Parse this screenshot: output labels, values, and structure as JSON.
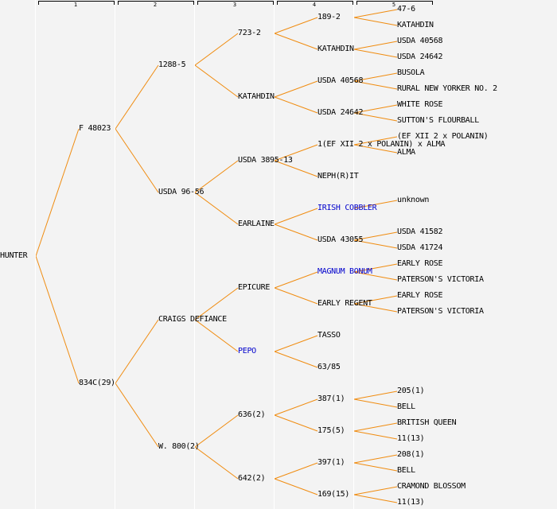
{
  "generation_headers": [
    "1",
    "2",
    "3",
    "4",
    "5"
  ],
  "colors": {
    "line": "#f08c10",
    "link": "#0000cc",
    "text": "#000000",
    "background": "#f3f3f3"
  },
  "root": {
    "name": "HUNTER",
    "link": false
  },
  "gen1": [
    {
      "name": "F 48023",
      "link": false
    },
    {
      "name": "834C(29)",
      "link": false
    }
  ],
  "gen2": [
    {
      "name": "1288-5",
      "link": false
    },
    {
      "name": "USDA 96-56",
      "link": false
    },
    {
      "name": "CRAIGS DEFIANCE",
      "link": false
    },
    {
      "name": "W. 800(2)",
      "link": false
    }
  ],
  "gen3": [
    {
      "name": "723-2",
      "link": false
    },
    {
      "name": "KATAHDIN",
      "link": false
    },
    {
      "name": "USDA 3895-13",
      "link": false
    },
    {
      "name": "EARLAINE",
      "link": false
    },
    {
      "name": "EPICURE",
      "link": false
    },
    {
      "name": "PEPO",
      "link": true
    },
    {
      "name": "636(2)",
      "link": false
    },
    {
      "name": "642(2)",
      "link": false
    }
  ],
  "gen4": [
    {
      "name": "189-2",
      "link": false
    },
    {
      "name": "KATAHDIN",
      "link": false
    },
    {
      "name": "USDA 40568",
      "link": false
    },
    {
      "name": "USDA 24642",
      "link": false
    },
    {
      "name": "1(EF XII 2 x POLANIN) x ALMA",
      "link": false
    },
    {
      "name": "NEPH(R)IT",
      "link": false
    },
    {
      "name": "IRISH COBBLER",
      "link": true
    },
    {
      "name": "USDA 43055",
      "link": false
    },
    {
      "name": "MAGNUM BONUM",
      "link": true
    },
    {
      "name": "EARLY REGENT",
      "link": false
    },
    {
      "name": "TASSO",
      "link": false
    },
    {
      "name": "63/85",
      "link": false
    },
    {
      "name": "387(1)",
      "link": false
    },
    {
      "name": "175(5)",
      "link": false
    },
    {
      "name": "397(1)",
      "link": false
    },
    {
      "name": "169(15)",
      "link": false
    }
  ],
  "gen5": [
    {
      "name": "47-6",
      "link": false
    },
    {
      "name": "KATAHDIN",
      "link": false
    },
    {
      "name": "USDA 40568",
      "link": false
    },
    {
      "name": "USDA 24642",
      "link": false
    },
    {
      "name": "BUSOLA",
      "link": false
    },
    {
      "name": "RURAL NEW YORKER NO. 2",
      "link": false
    },
    {
      "name": "WHITE ROSE",
      "link": false
    },
    {
      "name": "SUTTON'S FLOURBALL",
      "link": false
    },
    {
      "name": "(EF XII 2 x POLANIN)",
      "link": false
    },
    {
      "name": "ALMA",
      "link": false
    },
    null,
    null,
    {
      "name": "unknown",
      "link": false
    },
    null,
    {
      "name": "USDA 41582",
      "link": false
    },
    {
      "name": "USDA 41724",
      "link": false
    },
    {
      "name": "EARLY ROSE",
      "link": false
    },
    {
      "name": "PATERSON'S VICTORIA",
      "link": false
    },
    {
      "name": "EARLY ROSE",
      "link": false
    },
    {
      "name": "PATERSON'S VICTORIA",
      "link": false
    },
    null,
    null,
    null,
    null,
    {
      "name": "205(1)",
      "link": false
    },
    {
      "name": "BELL",
      "link": false
    },
    {
      "name": "BRITISH QUEEN",
      "link": false
    },
    {
      "name": "11(13)",
      "link": false
    },
    {
      "name": "208(1)",
      "link": false
    },
    {
      "name": "BELL",
      "link": false
    },
    {
      "name": "CRAMOND BLOSSOM",
      "link": false
    },
    {
      "name": "11(13)",
      "link": false
    }
  ]
}
